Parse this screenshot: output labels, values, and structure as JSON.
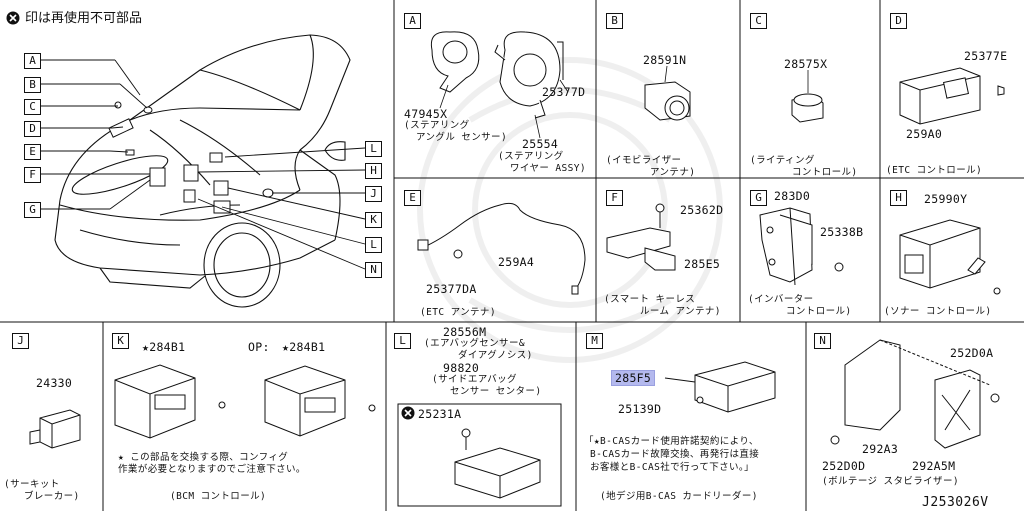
{
  "header": {
    "note": "印は再使用不可部品",
    "symbol": "x-circle-icon"
  },
  "diagram_id": "J253026V",
  "callouts": [
    "A",
    "B",
    "C",
    "D",
    "E",
    "F",
    "G",
    "H",
    "J",
    "K",
    "L",
    "M",
    "N"
  ],
  "panels": {
    "A": {
      "label": "A",
      "parts": [
        {
          "number": "47945X",
          "caption": "(ステアリング\nアングル センサー)"
        },
        {
          "number": "25377D",
          "caption": ""
        },
        {
          "number": "25554",
          "caption": "(ステアリング\nワイヤー ASSY)"
        }
      ]
    },
    "B": {
      "label": "B",
      "parts": [
        {
          "number": "28591N",
          "caption": "(イモビライザー\nアンテナ)"
        }
      ]
    },
    "C": {
      "label": "C",
      "parts": [
        {
          "number": "28575X",
          "caption": "(ライティング\nコントロール)"
        }
      ]
    },
    "D": {
      "label": "D",
      "parts": [
        {
          "number": "25377E",
          "caption": ""
        },
        {
          "number": "259A0",
          "caption": "(ETC コントロール)"
        }
      ]
    },
    "E": {
      "label": "E",
      "parts": [
        {
          "number": "259A4",
          "caption": ""
        },
        {
          "number": "25377DA",
          "caption": "(ETC アンテナ)"
        }
      ]
    },
    "F": {
      "label": "F",
      "parts": [
        {
          "number": "25362D",
          "caption": ""
        },
        {
          "number": "285E5",
          "caption": "(スマート キーレス\nルーム アンテナ)"
        }
      ]
    },
    "G": {
      "label": "G",
      "parts": [
        {
          "number": "283D0",
          "caption": ""
        },
        {
          "number": "25338B",
          "caption": "(インバーター\nコントロール)"
        }
      ]
    },
    "H": {
      "label": "H",
      "parts": [
        {
          "number": "25990Y",
          "caption": "(ソナー コントロール)"
        }
      ]
    },
    "J": {
      "label": "J",
      "parts": [
        {
          "number": "24330",
          "caption": "(サーキット\nブレーカー)"
        }
      ]
    },
    "K": {
      "label": "K",
      "op": "OP:",
      "parts": [
        {
          "number": "★284B1",
          "caption": ""
        },
        {
          "number": "★284B1",
          "caption": ""
        }
      ],
      "note": "★ この部品を交換する際、コンフィグ\n作業が必要となりますのでご注意下さい。",
      "caption": "(BCM コントロール)"
    },
    "L": {
      "label": "L",
      "parts": [
        {
          "number": "28556M",
          "caption": "(エアバッグセンサー&\nダイアグノシス)"
        },
        {
          "number": "98820",
          "caption": "(サイドエアバッグ\nセンサー センター)"
        },
        {
          "number": "25231A",
          "caption": ""
        }
      ]
    },
    "M": {
      "label": "M",
      "parts": [
        {
          "number": "285F5",
          "caption": ""
        },
        {
          "number": "25139D",
          "caption": ""
        }
      ],
      "note": "「★B-CASカード使用許諾契約により、\nB-CASカード故障交換、再発行は直接\nお客様とB-CAS社で行って下さい。」",
      "caption": "(地デジ用B-CAS カードリーダー)",
      "highlight_color": "#b4b9ee"
    },
    "N": {
      "label": "N",
      "parts": [
        {
          "number": "252D0A",
          "caption": ""
        },
        {
          "number": "292A3",
          "caption": ""
        },
        {
          "number": "252D0D",
          "caption": ""
        },
        {
          "number": "292A5M",
          "caption": ""
        }
      ],
      "caption": "(ボルテージ スタビライザー)"
    }
  }
}
